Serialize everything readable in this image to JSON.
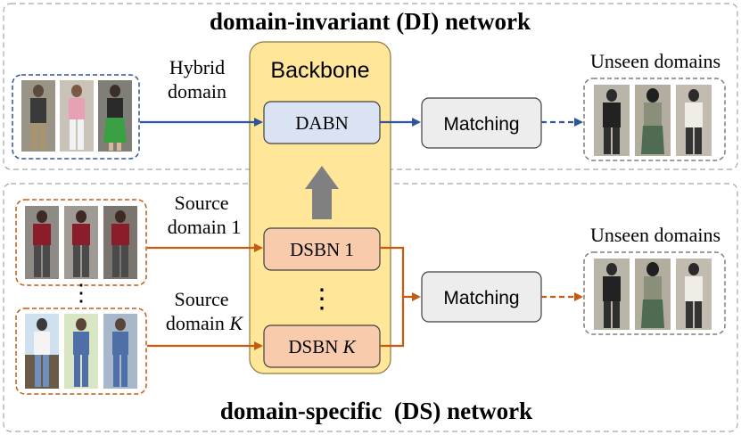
{
  "di_network": {
    "title": "domain-invariant (DI) network",
    "input_label_line1": "Hybrid",
    "input_label_line2": "domain",
    "norm_block": "DABN",
    "matching": "Matching",
    "output_label": "Unseen domains"
  },
  "backbone": {
    "title": "Backbone",
    "dots": "⋮"
  },
  "ds_network": {
    "title": "domain-specific  (DS) network",
    "source1_line1": "Source",
    "source1_line2": "domain 1",
    "sourceK_line1": "Source",
    "sourceK_line2_prefix": "domain ",
    "sourceK_line2_var": "K",
    "dsbn1": "DSBN 1",
    "dsbnK_prefix": "DSBN ",
    "dsbnK_var": "K",
    "dots": "⋮",
    "matching": "Matching",
    "output_label": "Unseen domains"
  },
  "colors": {
    "di_arrow": "#2f5597",
    "ds_arrow": "#c55a11",
    "backbone_fill": "#ffe699",
    "backbone_stroke": "#8a7a40",
    "dabn_fill": "#dae3f3",
    "dsbn_fill": "#f8cbad",
    "matching_fill": "#ededed",
    "up_arrow": "#808080"
  }
}
